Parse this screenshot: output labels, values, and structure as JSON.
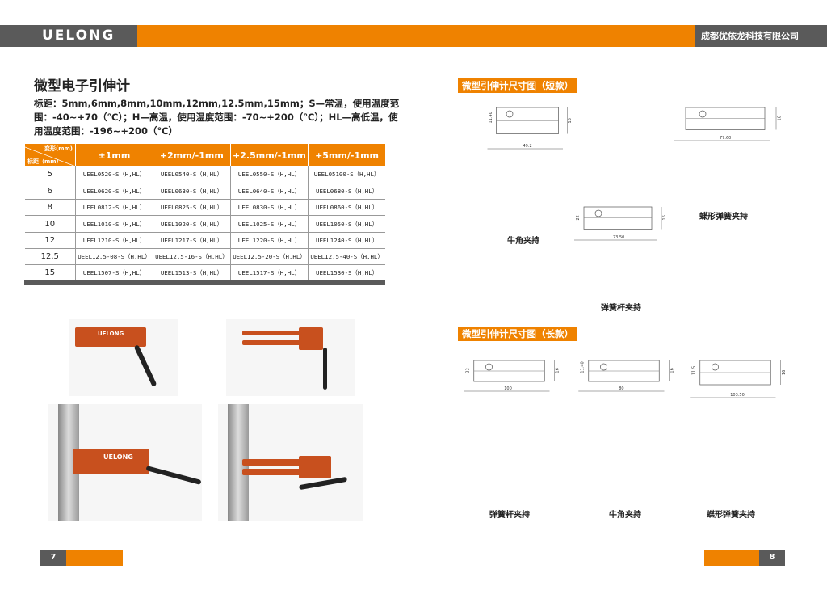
{
  "header": {
    "brand": "UELONG",
    "company": "成都优依龙科技有限公司",
    "accent": "#ef8200",
    "dark": "#5a5a5a"
  },
  "left": {
    "title": "微型电子引伸计",
    "description": "标距：5mm,6mm,8mm,10mm,12mm,12.5mm,15mm；S—常温，使用温度范围：-40~+70（℃）；H—高温，使用温度范围：-70~+200（℃）；HL—高低温，使用温度范围：-196~+200（℃）",
    "table": {
      "corner_top": "变形(mm)",
      "corner_bottom": "标距（mm）",
      "columns": [
        "±1mm",
        "+2mm/-1mm",
        "+2.5mm/-1mm",
        "+5mm/-1mm"
      ],
      "rows": [
        [
          "5",
          "UEEL0520-S（H,HL）",
          "UEEL0540-S（H,HL）",
          "UEEL0550-S（H,HL）",
          "UEEL05100-S（H,HL）"
        ],
        [
          "6",
          "UEEL0620-S（H,HL）",
          "UEEL0630-S（H,HL）",
          "UEEL0640-S（H,HL）",
          "UEEL0680-S（H,HL）"
        ],
        [
          "8",
          "UEEL0812-S（H,HL）",
          "UEEL0825-S（H,HL）",
          "UEEL0830-S（H,HL）",
          "UEEL0860-S（H,HL）"
        ],
        [
          "10",
          "UEEL1010-S（H,HL）",
          "UEEL1020-S（H,HL）",
          "UEEL1025-S（H,HL）",
          "UEEL1050-S（H,HL）"
        ],
        [
          "12",
          "UEEL1210-S（H,HL）",
          "UEEL1217-S（H,HL）",
          "UEEL1220-S（H,HL）",
          "UEEL1240-S（H,HL）"
        ],
        [
          "12.5",
          "UEEL12.5-08-S（H,HL）",
          "UEEL12.5-16-S（H,HL）",
          "UEEL12.5-20-S（H,HL）",
          "UEEL12.5-40-S（H,HL）"
        ],
        [
          "15",
          "UEEL1507-S（H,HL）",
          "UEEL1513-S（H,HL）",
          "UEEL1517-S（H,HL）",
          "UEEL1530-S（H,HL）"
        ]
      ]
    },
    "photo_label": "UELONG",
    "page": "7"
  },
  "right": {
    "short_title": "微型引伸计尺寸图（短款）",
    "short_captions": [
      "牛角夹持",
      "蝶形弹簧夹持",
      "弹簧杆夹持"
    ],
    "short_dims": [
      {
        "w": "49.2",
        "h": "16",
        "h2": "11.40"
      },
      {
        "w": "77.60",
        "h": "16"
      },
      {
        "w": "73.50",
        "h": "16",
        "h2": "22"
      }
    ],
    "long_title": "微型引伸计尺寸图（长款）",
    "long_captions": [
      "弹簧杆夹持",
      "牛角夹持",
      "蝶形弹簧夹持"
    ],
    "long_dims": [
      {
        "w": "100",
        "h": "16",
        "h2": "22"
      },
      {
        "w": "80",
        "h": "16",
        "h2": "11.40"
      },
      {
        "w": "103.50",
        "h": "16",
        "h2": "11.5"
      }
    ],
    "page": "8"
  }
}
